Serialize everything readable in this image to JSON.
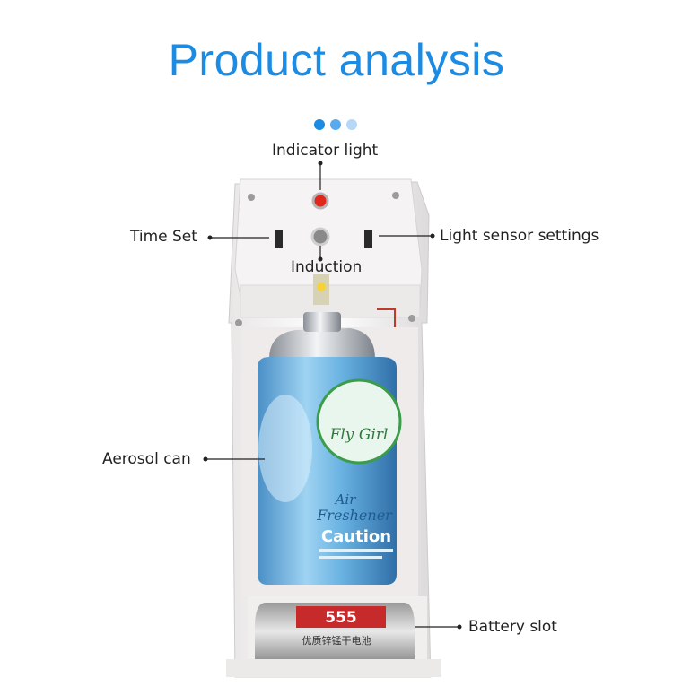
{
  "title": "Product analysis",
  "pager": {
    "dot_colors": [
      "#1b8be3",
      "#5aa9ec",
      "#b6d8f6"
    ]
  },
  "labels": {
    "indicator": "Indicator light",
    "time_set": "Time Set",
    "light_sensor": "Light sensor settings",
    "induction": "Induction",
    "aerosol": "Aerosol can",
    "battery": "Battery slot"
  },
  "can": {
    "brand": "Fly Girl",
    "line1": "Air",
    "line2": "Freshener",
    "warning": "Caution"
  },
  "battery": {
    "brand": "555",
    "text": "优质锌锰干电池"
  }
}
